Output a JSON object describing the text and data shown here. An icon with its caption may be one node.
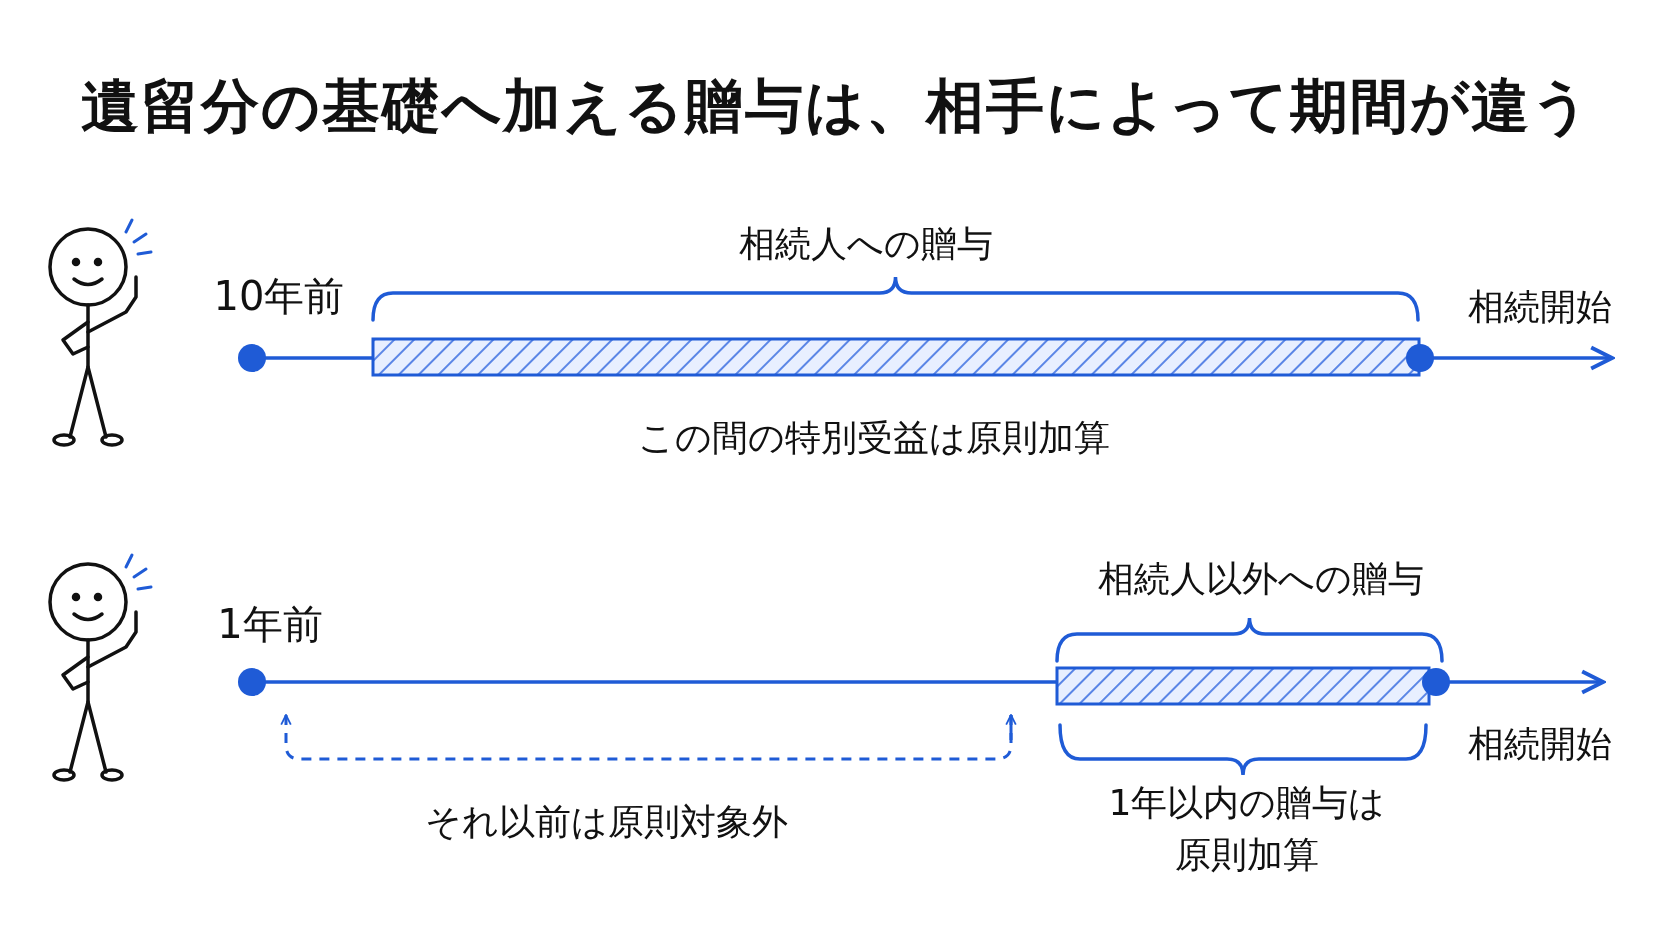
{
  "diagram": {
    "title": "遺留分の基礎へ加える贈与は、相手によって期間が違う",
    "labels": [
      "相続人への贈与",
      "10年前",
      "相続開始",
      "この間の特別受益は原則加算",
      "相続人以外への贈与",
      "1年前",
      "相続開始",
      "1年以内の贈与は原則加算",
      "それ以前は原則対象外"
    ]
  }
}
